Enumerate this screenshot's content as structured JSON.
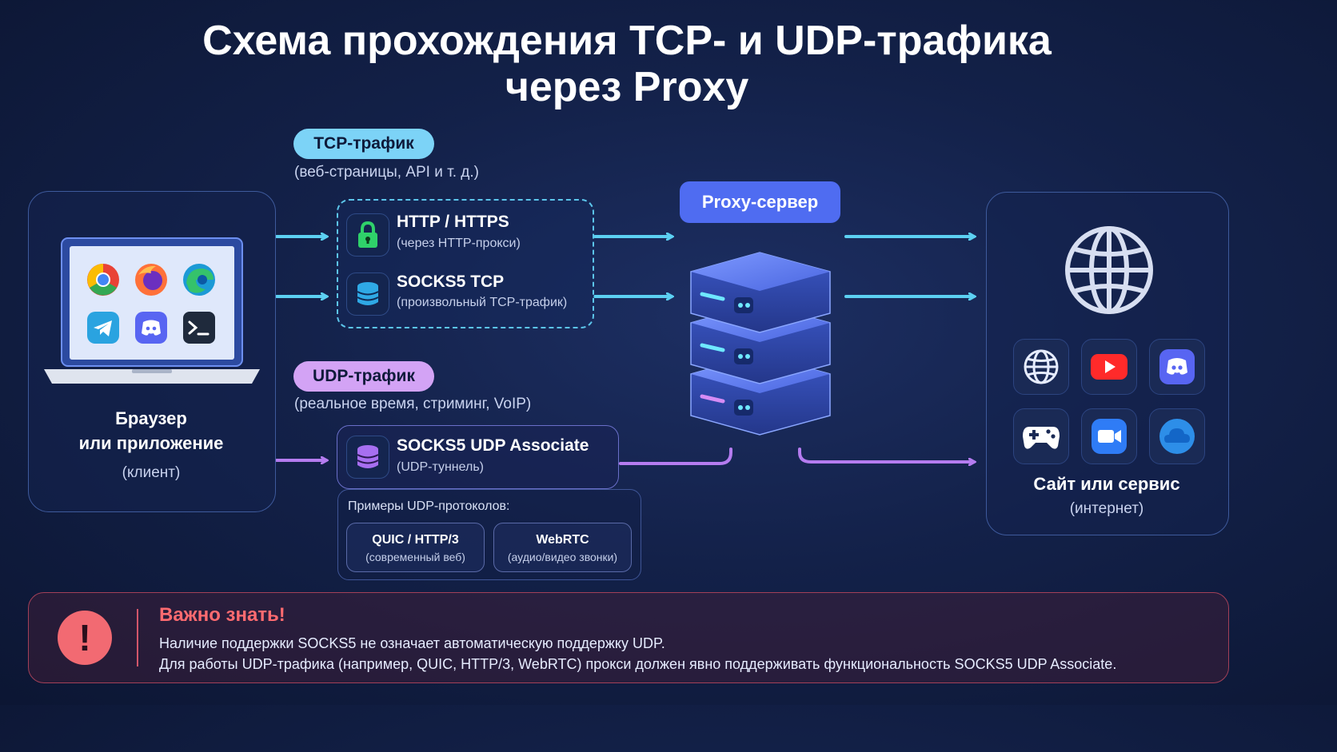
{
  "title": {
    "line1": "Схема прохождения TCP- и UDP-трафика",
    "line2": "через Proxy"
  },
  "tcp": {
    "label": "TCP-трафик",
    "subtitle": "(веб-страницы, API и т. д.)",
    "items": [
      {
        "title": "HTTP / HTTPS",
        "subtitle": "(через HTTP-прокси)",
        "icon": "lock-icon"
      },
      {
        "title": "SOCKS5 TCP",
        "subtitle": "(произвольный TCP-трафик)",
        "icon": "database-icon"
      }
    ]
  },
  "udp": {
    "label": "UDP-трафик",
    "subtitle": "(реальное время, стриминг, VoIP)",
    "item": {
      "title": "SOCKS5 UDP Associate",
      "subtitle": "(UDP-туннель)",
      "icon": "database-icon"
    },
    "examples_title": "Примеры UDP-протоколов:",
    "examples": [
      {
        "title": "QUIC / HTTP/3",
        "subtitle": "(современный веб)"
      },
      {
        "title": "WebRTC",
        "subtitle": "(аудио/видео звонки)"
      }
    ]
  },
  "client": {
    "title_line1": "Браузер",
    "title_line2": "или приложение",
    "subtitle": "(клиент)",
    "apps": [
      "chrome-icon",
      "firefox-icon",
      "edge-icon",
      "telegram-icon",
      "discord-icon",
      "terminal-icon"
    ]
  },
  "proxy": {
    "label": "Proxy-сервер"
  },
  "service": {
    "title": "Сайт или сервис",
    "subtitle": "(интернет)",
    "apps": [
      "globe-icon",
      "youtube-icon",
      "discord-icon",
      "gamepad-icon",
      "video-camera-icon",
      "cloud-icon"
    ]
  },
  "warning": {
    "title": "Важно знать!",
    "line1": "Наличие поддержки SOCKS5 не означает автоматическую поддержку UDP.",
    "line2": "Для работы UDP-трафика (например, QUIC, HTTP/3, WebRTC) прокси должен явно поддерживать функциональность SOCKS5 UDP Associate.",
    "icon": "exclamation-icon"
  },
  "colors": {
    "tcp": "#5cd0f2",
    "udp": "#b57cf0",
    "proxy": "#4f6cf1",
    "warning": "#f26a72"
  }
}
